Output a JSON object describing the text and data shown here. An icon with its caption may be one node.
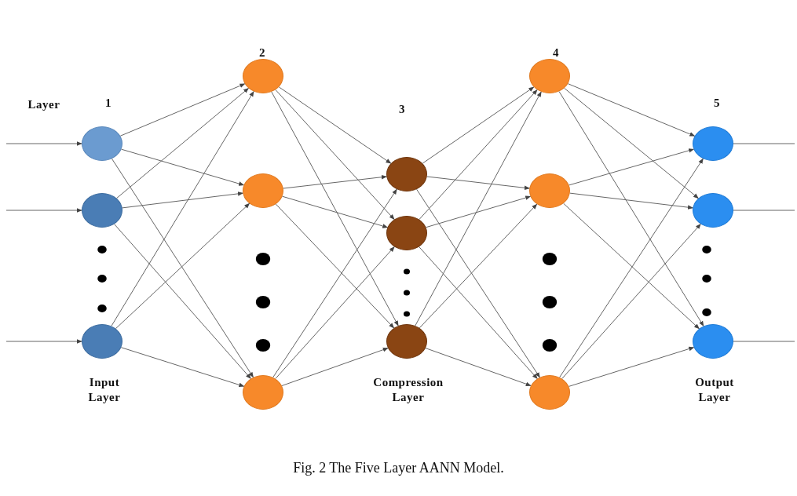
{
  "diagram": {
    "caption": "Fig. 2 The Five Layer AANN Model.",
    "nodes": [
      {
        "text": [],
        "shape": "circle"
      },
      {
        "text": [],
        "shape": "circle"
      },
      {
        "text": [],
        "shape": "circle"
      },
      {
        "text": [],
        "shape": "circle"
      },
      {
        "text": [],
        "shape": "circle"
      },
      {
        "text": [],
        "shape": "circle"
      },
      {
        "text": [],
        "shape": "circle"
      },
      {
        "text": [],
        "shape": "circle"
      },
      {
        "text": [],
        "shape": "circle"
      },
      {
        "text": [],
        "shape": "circle"
      },
      {
        "text": [],
        "shape": "circle"
      },
      {
        "text": [],
        "shape": "circle"
      },
      {
        "text": [],
        "shape": "circle"
      },
      {
        "text": [],
        "shape": "circle"
      },
      {
        "text": [],
        "shape": "circle"
      }
    ],
    "edges": [
      {
        "from": null,
        "to": 0,
        "arrow": "to"
      },
      {
        "from": null,
        "to": 1,
        "arrow": "to"
      },
      {
        "from": null,
        "to": 2,
        "arrow": "to"
      },
      {
        "from": 0,
        "to": 3,
        "arrow": "to"
      },
      {
        "from": 0,
        "to": 4,
        "arrow": "to"
      },
      {
        "from": 0,
        "to": 5,
        "arrow": "to"
      },
      {
        "from": 1,
        "to": 3,
        "arrow": "to"
      },
      {
        "from": 1,
        "to": 4,
        "arrow": "to"
      },
      {
        "from": 1,
        "to": 5,
        "arrow": "to"
      },
      {
        "from": 2,
        "to": 3,
        "arrow": "to"
      },
      {
        "from": 2,
        "to": 4,
        "arrow": "to"
      },
      {
        "from": 2,
        "to": 5,
        "arrow": "to"
      },
      {
        "from": 3,
        "to": 6,
        "arrow": "to"
      },
      {
        "from": 3,
        "to": 7,
        "arrow": "to"
      },
      {
        "from": 3,
        "to": 8,
        "arrow": "to"
      },
      {
        "from": 4,
        "to": 6,
        "arrow": "to"
      },
      {
        "from": 4,
        "to": 7,
        "arrow": "to"
      },
      {
        "from": 4,
        "to": 8,
        "arrow": "to"
      },
      {
        "from": 5,
        "to": 6,
        "arrow": "to"
      },
      {
        "from": 5,
        "to": 7,
        "arrow": "to"
      },
      {
        "from": 5,
        "to": 8,
        "arrow": "to"
      },
      {
        "from": 6,
        "to": 9,
        "arrow": "to"
      },
      {
        "from": 6,
        "to": 10,
        "arrow": "to"
      },
      {
        "from": 6,
        "to": 11,
        "arrow": "to"
      },
      {
        "from": 7,
        "to": 9,
        "arrow": "to"
      },
      {
        "from": 7,
        "to": 10,
        "arrow": "to"
      },
      {
        "from": 7,
        "to": 11,
        "arrow": "to"
      },
      {
        "from": 8,
        "to": 9,
        "arrow": "to"
      },
      {
        "from": 8,
        "to": 10,
        "arrow": "to"
      },
      {
        "from": 8,
        "to": 11,
        "arrow": "to"
      },
      {
        "from": 9,
        "to": 12,
        "arrow": "to"
      },
      {
        "from": 9,
        "to": 13,
        "arrow": "to"
      },
      {
        "from": 9,
        "to": 14,
        "arrow": "to"
      },
      {
        "from": 10,
        "to": 12,
        "arrow": "to"
      },
      {
        "from": 10,
        "to": 13,
        "arrow": "to"
      },
      {
        "from": 10,
        "to": 14,
        "arrow": "to"
      },
      {
        "from": 11,
        "to": 12,
        "arrow": "to"
      },
      {
        "from": 11,
        "to": 13,
        "arrow": "to"
      },
      {
        "from": 11,
        "to": 14,
        "arrow": "to"
      },
      {
        "from": 12,
        "to": null,
        "arrow": "none"
      },
      {
        "from": 13,
        "to": null,
        "arrow": "none"
      },
      {
        "from": 14,
        "to": null,
        "arrow": "none"
      }
    ],
    "labels": [
      "2",
      "4",
      "Layer",
      "1",
      "5",
      "3",
      "Input Layer",
      "Compression Layer",
      "Output Layer"
    ]
  }
}
